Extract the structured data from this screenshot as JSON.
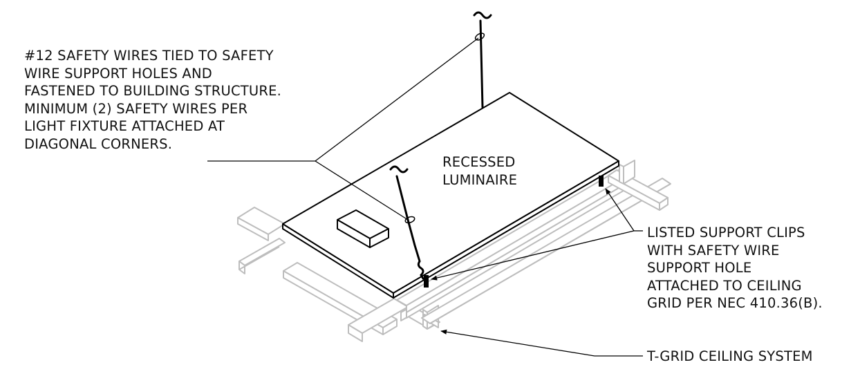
{
  "notes": {
    "safety_wires": [
      "#12 SAFETY WIRES TIED TO SAFETY",
      "WIRE SUPPORT HOLES AND",
      "FASTENED TO BUILDING STRUCTURE.",
      "MINIMUM (2) SAFETY WIRES PER",
      "LIGHT FIXTURE ATTACHED AT",
      "DIAGONAL CORNERS."
    ],
    "luminaire": [
      "RECESSED",
      "LUMINAIRE"
    ],
    "support_clips": [
      "LISTED SUPPORT CLIPS",
      "WITH SAFETY WIRE",
      "SUPPORT HOLE",
      "ATTACHED TO CEILING",
      "GRID PER NEC 410.36(B)."
    ],
    "t_grid": "T-GRID CEILING SYSTEM"
  },
  "colors": {
    "grid": "#bdbdbd",
    "ink": "#000000",
    "background": "#ffffff"
  }
}
